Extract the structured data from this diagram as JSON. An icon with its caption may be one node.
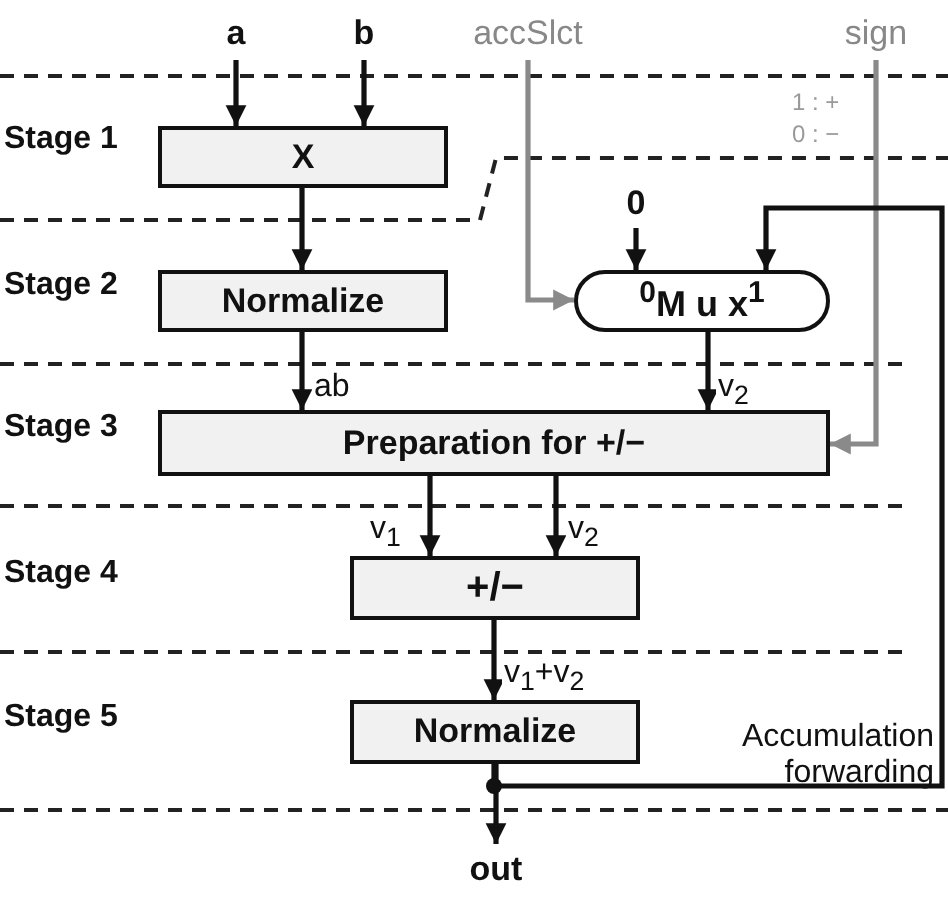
{
  "diagram": {
    "nodes": [
      {
        "text": [
          "a"
        ]
      },
      {
        "text": [
          "b"
        ]
      },
      {
        "text": [
          "accSlct"
        ]
      },
      {
        "text": [
          "sign"
        ]
      },
      {
        "text": [
          "X"
        ]
      },
      {
        "text": [
          "Normalize"
        ]
      },
      {
        "text": [
          "0"
        ]
      },
      {
        "text": [
          "$^{0}$M u x$^{1}$"
        ]
      },
      {
        "text": [
          "Preparation for +/−"
        ]
      },
      {
        "text": [
          "+/−"
        ]
      },
      {
        "text": [
          "Normalize"
        ]
      },
      {
        "text": [
          "out"
        ]
      }
    ],
    "edges": [
      {
        "from": 0,
        "to": 4,
        "arrow": "to"
      },
      {
        "from": 1,
        "to": 4,
        "arrow": "to"
      },
      {
        "from": 4,
        "to": 5,
        "arrow": "to"
      },
      {
        "from": 2,
        "to": 7,
        "arrow": "to",
        "color": "#8a8a8a"
      },
      {
        "from": 6,
        "to": 7,
        "arrow": "to"
      },
      {
        "from": 3,
        "to": 8,
        "arrow": "to",
        "color": "#8a8a8a"
      },
      {
        "from": 5,
        "to": 8,
        "arrow": "to",
        "label": "ab"
      },
      {
        "from": 7,
        "to": 8,
        "arrow": "to",
        "label": "v$_{2}$"
      },
      {
        "from": 8,
        "to": 9,
        "arrow": "to",
        "label": "v$_{1}$"
      },
      {
        "from": 8,
        "to": 9,
        "arrow": "to",
        "label": "v$_{2}$"
      },
      {
        "from": 9,
        "to": 10,
        "arrow": "to",
        "label": "v$_{1}$+v$_{2}$"
      },
      {
        "from": 10,
        "to": 11,
        "arrow": "to"
      },
      {
        "from": 10,
        "to": 7,
        "arrow": "to",
        "label": "Accumulation forwarding"
      }
    ],
    "labels": [
      "Stage 1",
      "Stage 2",
      "Stage 3",
      "Stage 4",
      "Stage 5",
      "1 : +",
      "0 : −"
    ]
  }
}
